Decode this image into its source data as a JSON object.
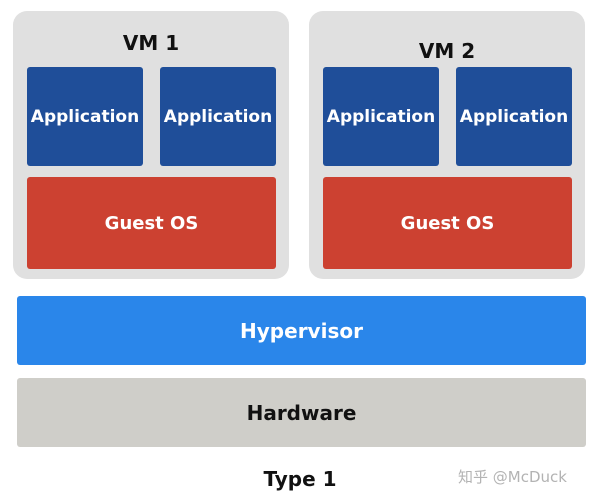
{
  "vms": [
    {
      "title": "VM 1",
      "applications": [
        "Application",
        "Application"
      ],
      "guest_os": "Guest OS"
    },
    {
      "title": "VM 2",
      "applications": [
        "Application",
        "Application"
      ],
      "guest_os": "Guest OS"
    }
  ],
  "hypervisor": "Hypervisor",
  "hardware": "Hardware",
  "caption": "Type 1",
  "watermark": "知乎 @McDuck",
  "colors": {
    "vm_container": "#e0e0e0",
    "application": "#1f4e99",
    "guest_os": "#cc4131",
    "hypervisor": "#2a86ea",
    "hardware": "#cfcec9"
  }
}
